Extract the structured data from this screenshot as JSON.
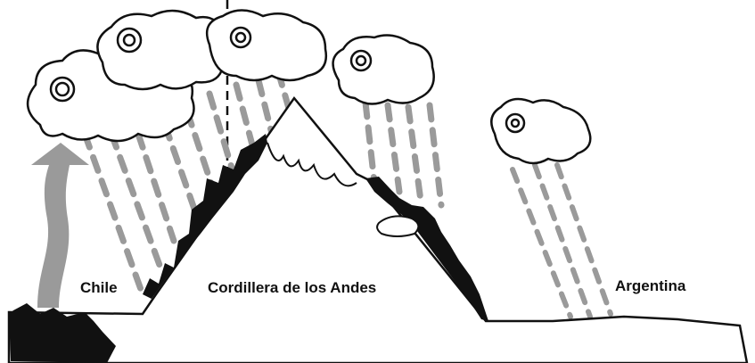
{
  "labels": {
    "left_region": "Chile",
    "mountain": "Cordillera de los Andes",
    "right_region": "Argentina"
  },
  "colors": {
    "ink": "#111111",
    "rain": "#9a9a9a",
    "arrow": "#9a9a9a",
    "fill": "#ffffff",
    "vegetation": "#111111"
  },
  "icons": [
    "cloud-icon",
    "rain-streak",
    "updraft-arrow",
    "snow-cap",
    "vegetation-patch"
  ]
}
